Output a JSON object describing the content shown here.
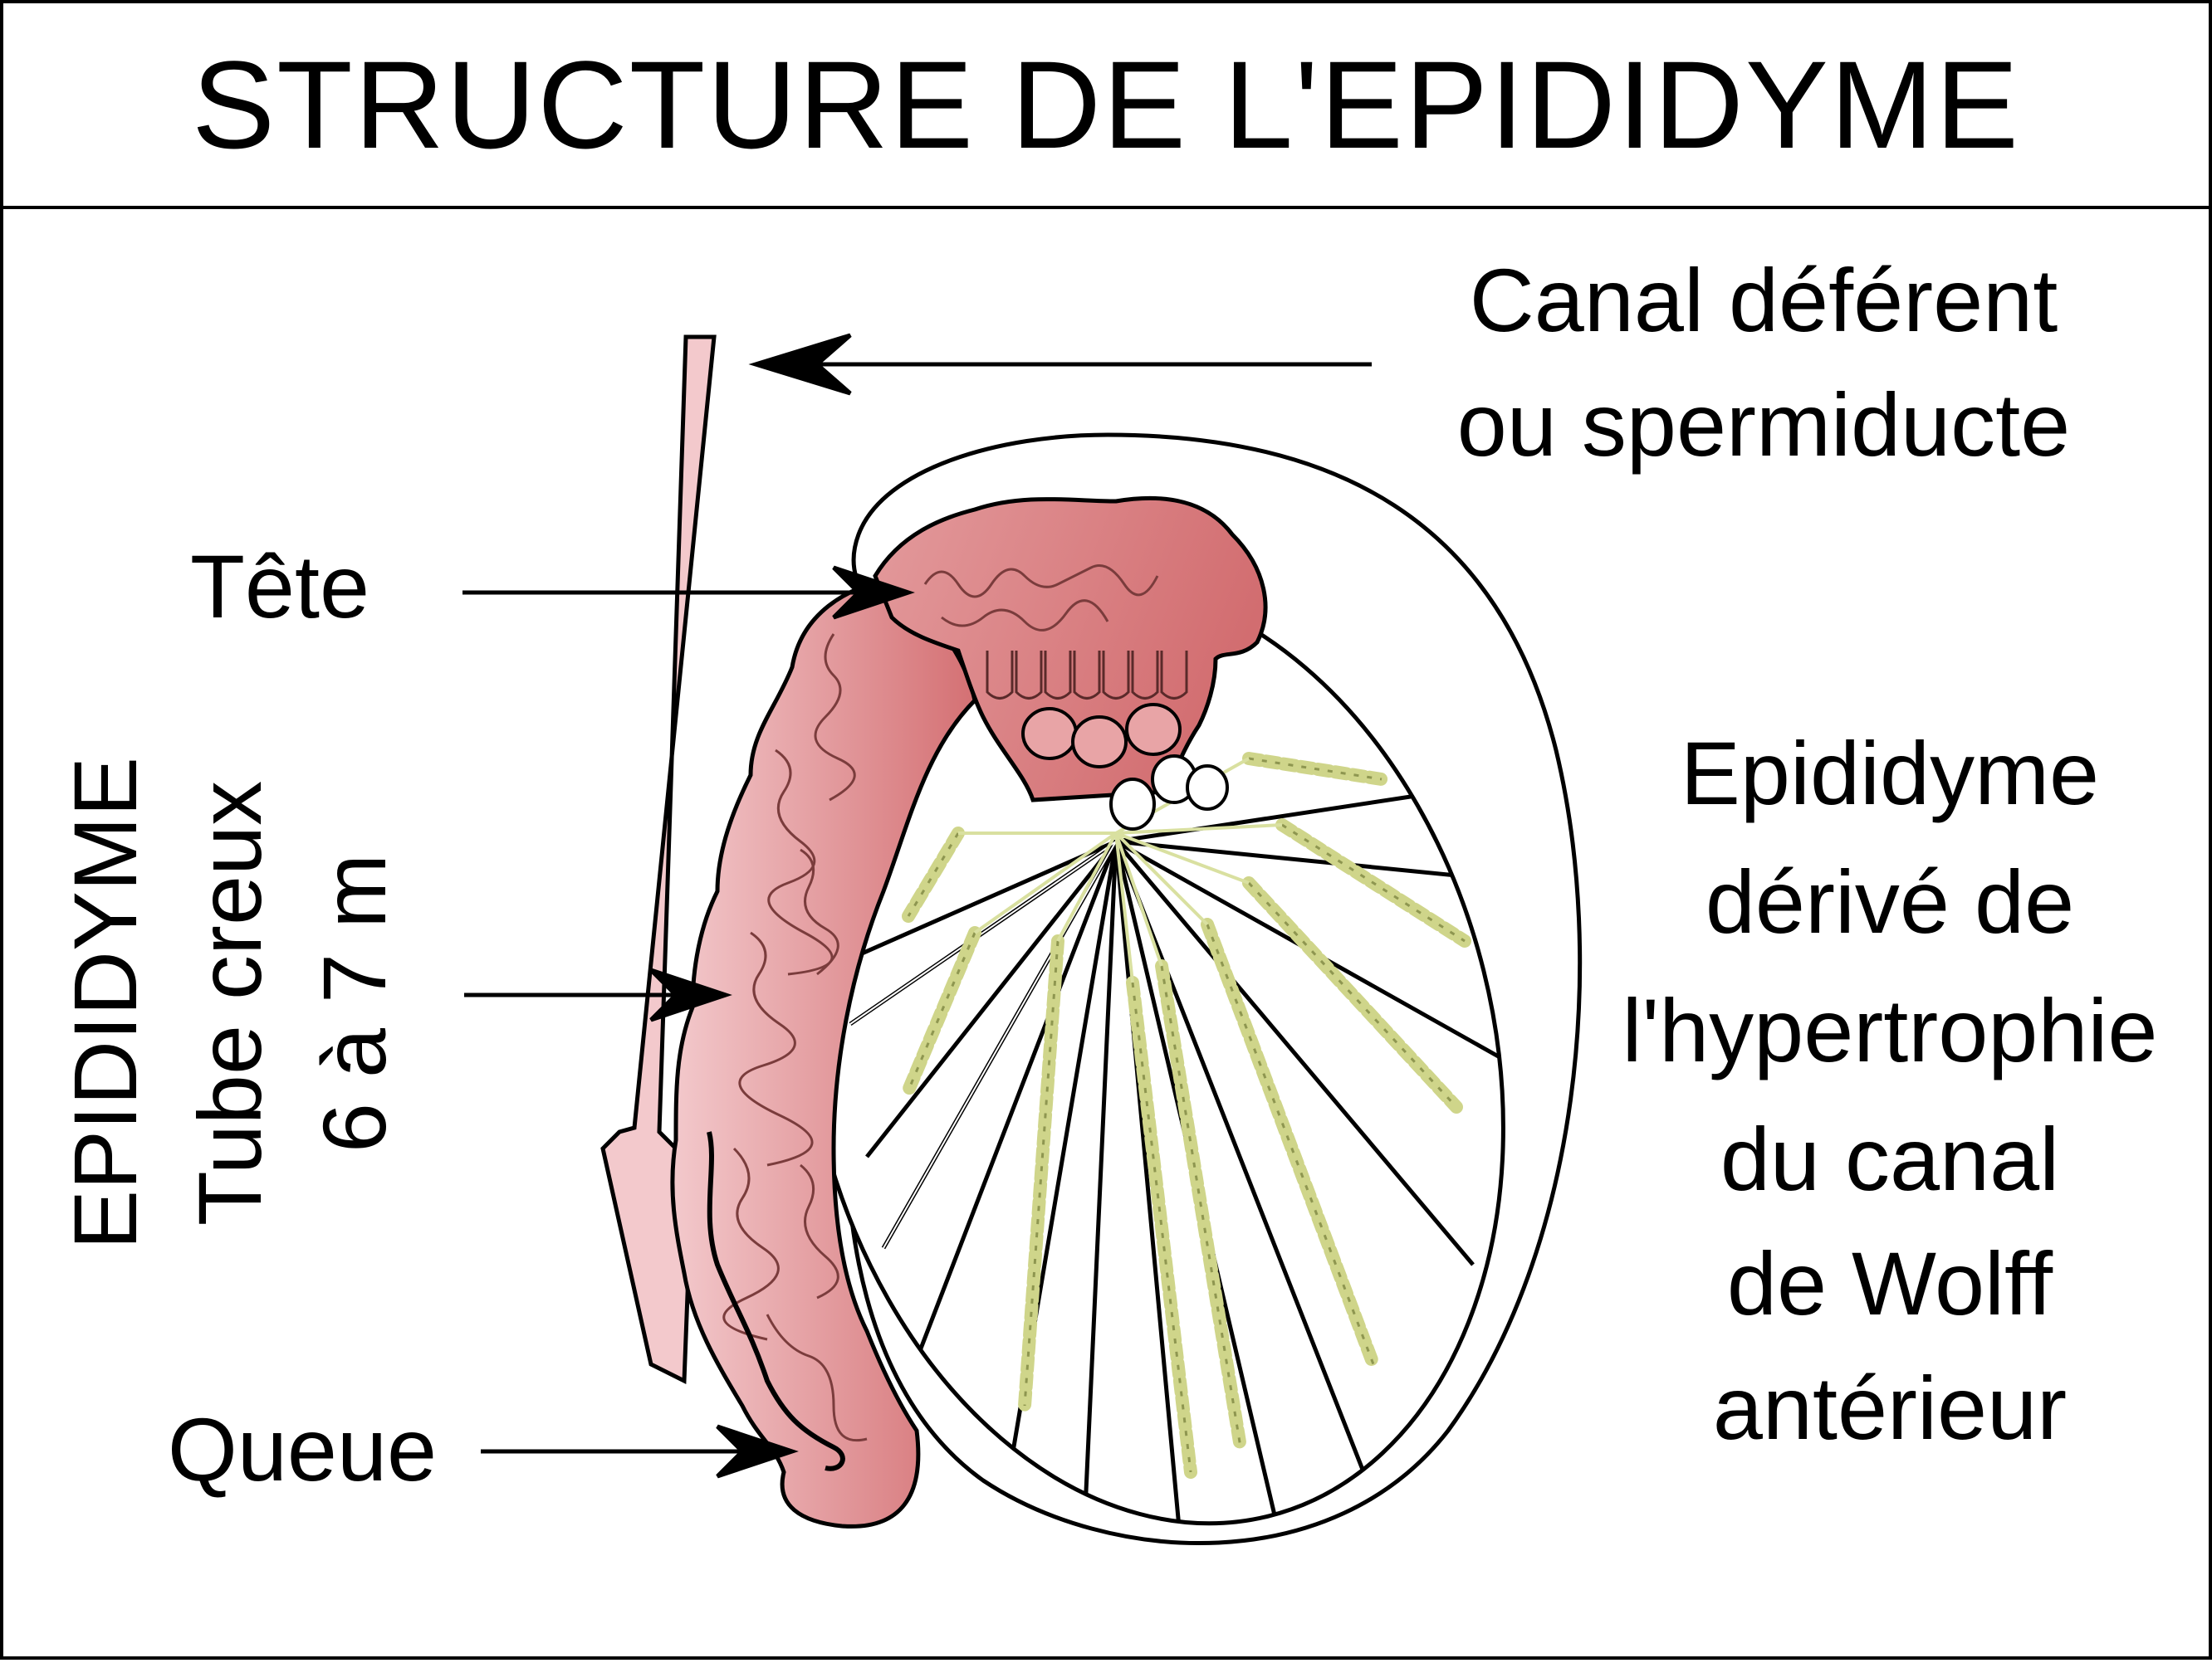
{
  "title": "STRUCTURE DE L'EPIDIDYME",
  "labels": {
    "canal_line1": "Canal déférent",
    "canal_line2": "ou spermiducte",
    "tete": "Tête",
    "queue": "Queue",
    "vertical_line1": "EPIDIDYME",
    "vertical_line2": "Tube creux",
    "vertical_line3": "6 à 7 m",
    "right_line1": "Epididyme",
    "right_line2": "dérivé de",
    "right_line3": "l'hypertrophie",
    "right_line4": "du canal",
    "right_line5": "de Wolff",
    "right_line6": "antérieur"
  },
  "colors": {
    "epididymis_light": "#f3c9cc",
    "epididymis_dark": "#d47073",
    "tubule": "#d9e0a0",
    "outline": "#000000"
  }
}
